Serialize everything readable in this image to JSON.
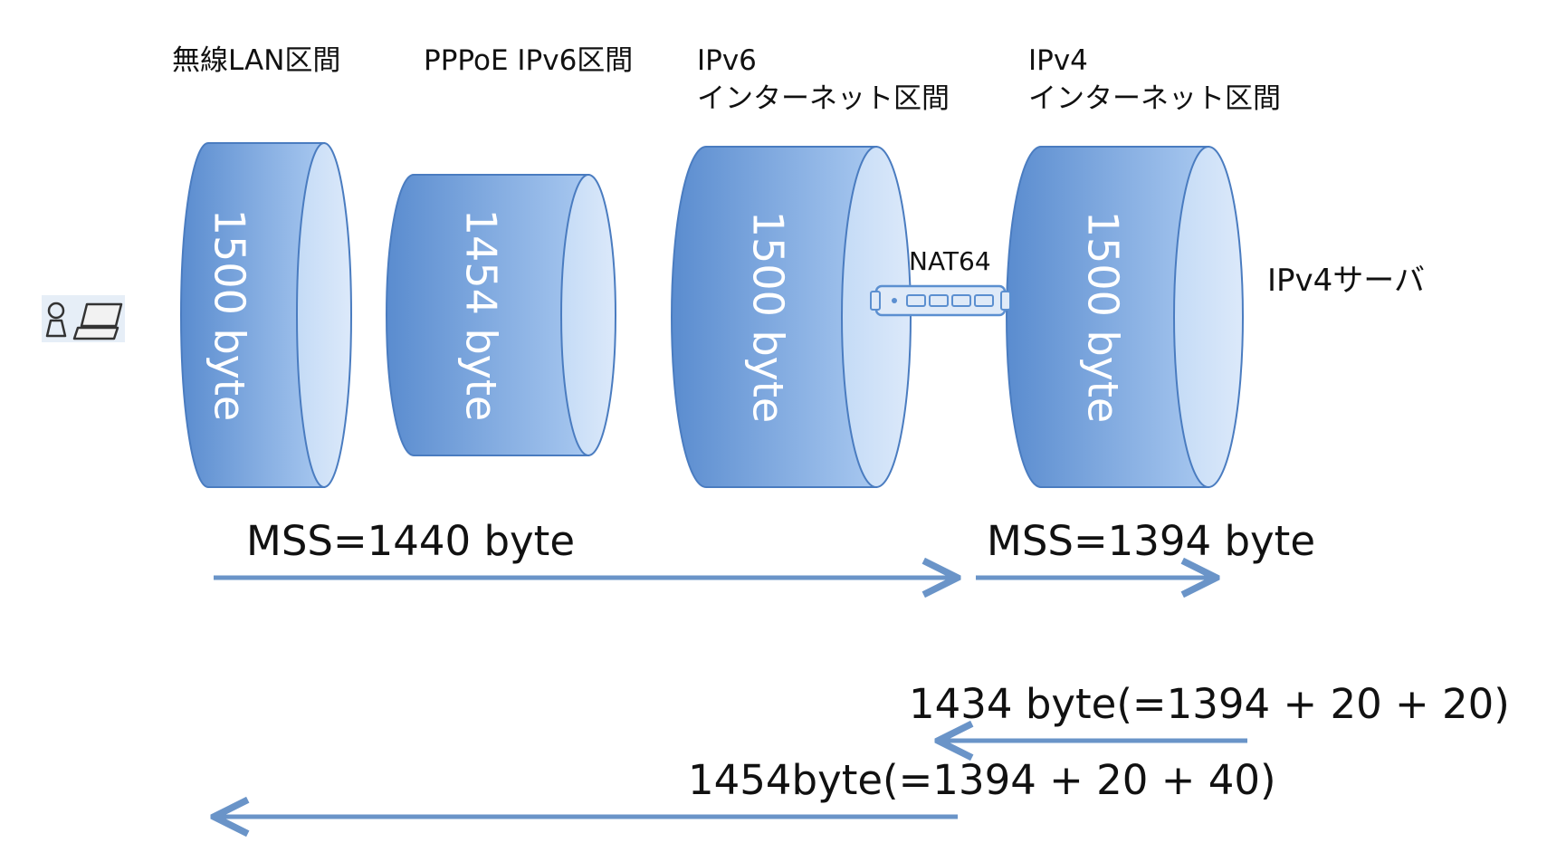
{
  "segments": [
    {
      "label": "無線LAN区間",
      "mtu": "1500 byte"
    },
    {
      "label": "PPPoE IPv6区間",
      "mtu": "1454 byte"
    },
    {
      "label_line1": "IPv6",
      "label_line2": "インターネット区間",
      "mtu": "1500 byte"
    },
    {
      "label_line1": "IPv4",
      "label_line2": "インターネット区間",
      "mtu": "1500 byte"
    }
  ],
  "nat_label": "NAT64",
  "server_label": "IPv4サーバ",
  "mss": {
    "left": "MSS=1440 byte",
    "right": "MSS=1394 byte"
  },
  "returns": {
    "first": "1434 byte(=1394 + 20 + 20)",
    "second": "1454byte(=1394 + 20 + 40)"
  },
  "colors": {
    "cylinder_dark": "#5b8fd0",
    "cylinder_light": "#a9c8ef",
    "cylinder_edge": "#4a7cc0",
    "arrow": "#6a94c8"
  },
  "icons": [
    "user-icon",
    "laptop-icon",
    "router-icon"
  ]
}
